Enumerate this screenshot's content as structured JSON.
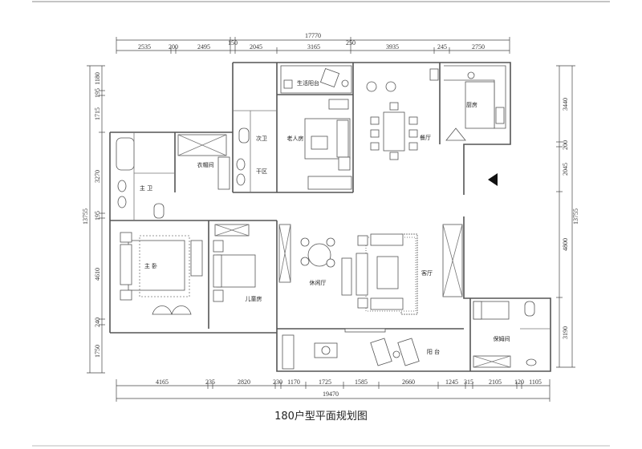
{
  "caption": "180户型平面规划图",
  "rooms": {
    "living_balcony": "生活阳台",
    "old_bedroom": "老人房",
    "second_bath": "次卫",
    "dry_area": "干区",
    "dining": "餐厅",
    "kitchen": "厨房",
    "wardrobe": "衣帽间",
    "master_bath": "主 卫",
    "master_bed": "主 卧",
    "kids_room": "儿童房",
    "leisure": "休闲厅",
    "living": "客厅",
    "nanny": "保姆间",
    "balcony": "阳 台"
  },
  "dims": {
    "top_total": "17770",
    "top_150": "150",
    "top_250": "250",
    "top_row": [
      "2535",
      "200",
      "2495",
      "2045",
      "3165",
      "3935",
      "245",
      "2750"
    ],
    "bottom_row": [
      "4165",
      "235",
      "2820",
      "230",
      "1170",
      "1725",
      "1585",
      "2660",
      "1245",
      "315",
      "2105",
      "120",
      "1105"
    ],
    "bottom_total": "19470",
    "left_col": [
      "1180",
      "195",
      "1715",
      "3270",
      "195",
      "4610",
      "240",
      "1750"
    ],
    "left_total": "13755",
    "right_col": [
      "3440",
      "200",
      "2045",
      "4800",
      "3190"
    ],
    "right_total": "13755"
  }
}
